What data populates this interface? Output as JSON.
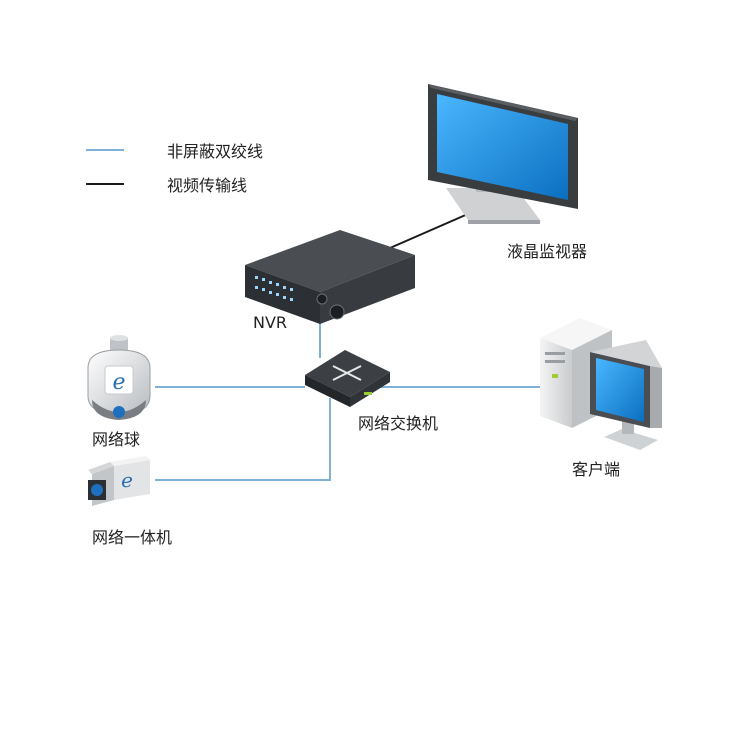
{
  "legend": {
    "utp_label": "非屏蔽双绞线",
    "video_label": "视频传输线"
  },
  "devices": {
    "monitor": "液晶监视器",
    "nvr": "NVR",
    "switch": "网络交换机",
    "dome_camera": "网络球",
    "box_camera": "网络一体机",
    "client": "客户端"
  },
  "colors": {
    "utp_line": "#7fb1d6",
    "video_line": "#1a1a1a",
    "screen_blue": "#1e8fe0",
    "device_dark": "#2e3236",
    "device_light": "#e6e6e6"
  },
  "icons": {
    "camera_badge": "ie-logo",
    "switch_badge": "four-arrows"
  }
}
